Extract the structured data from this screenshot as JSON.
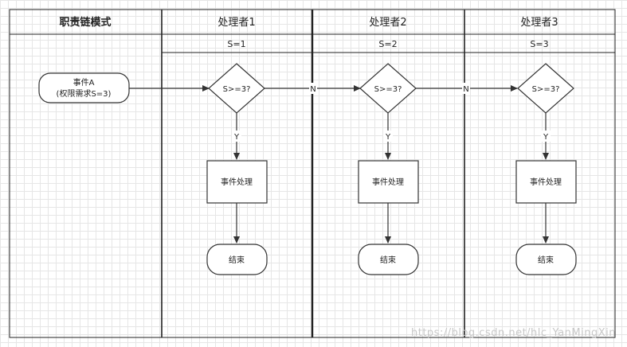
{
  "header": {
    "mode_title": "职责链模式",
    "handlers": [
      {
        "name": "处理者1",
        "level": "S=1"
      },
      {
        "name": "处理者2",
        "level": "S=2"
      },
      {
        "name": "处理者3",
        "level": "S=3"
      }
    ]
  },
  "event": {
    "line1": "事件A",
    "line2": "(权限需求S=3)"
  },
  "flow": {
    "decision": "S>=3?",
    "yes_label": "Y",
    "no_label": "N",
    "process": "事件处理",
    "end": "结束"
  },
  "watermark": "https://blog.csdn.net/hlc_YanMingXin",
  "colors": {
    "line": "#333333",
    "lane_border": "#222222",
    "grid": "#e6e6e6"
  }
}
